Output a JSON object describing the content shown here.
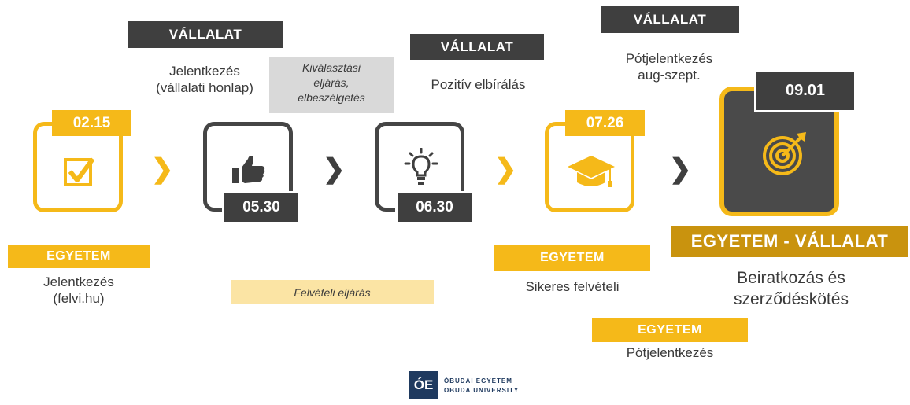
{
  "tags": {
    "company_1": "VÁLLALAT",
    "company_2": "VÁLLALAT",
    "company_3": "VÁLLALAT",
    "university_1": "EGYETEM",
    "university_2": "EGYETEM",
    "university_3": "EGYETEM",
    "final": "EGYETEM - VÁLLALAT"
  },
  "texts": {
    "company_application_l1": "Jelentkezés",
    "company_application_l2": "(vállalati honlap)",
    "selection_l1": "Kiválasztási",
    "selection_l2": "eljárás,",
    "selection_l3": "elbeszélgetés",
    "positive_review": "Pozitív elbírálás",
    "supplementary_company_l1": "Pótjelentkezés",
    "supplementary_company_l2": "aug-szept.",
    "university_application_l1": "Jelentkezés",
    "university_application_l2": "(felvi.hu)",
    "admission_process": "Felvételi eljárás",
    "successful_admission": "Sikeres felvételi",
    "supplementary_university": "Pótjelentkezés",
    "enrollment_l1": "Beiratkozás és",
    "enrollment_l2": "szerződéskötés"
  },
  "dates": {
    "d1": "02.15",
    "d2": "05.30",
    "d3": "06.30",
    "d4": "07.26",
    "d5": "09.01"
  },
  "icons": [
    "checkbox-icon",
    "thumbs-up-icon",
    "lightbulb-icon",
    "graduation-cap-icon",
    "target-icon"
  ],
  "colors": {
    "yellow": "#f5b919",
    "dark": "#3f3f3f",
    "gold": "#c9930e",
    "light_yellow": "#fbe4a4",
    "light_gray": "#d9d9d9",
    "navy": "#1f3a5f"
  },
  "logo": {
    "line1": "ÓBUDAI EGYETEM",
    "line2": "OBUDA UNIVERSITY",
    "mark": "ÓE"
  }
}
